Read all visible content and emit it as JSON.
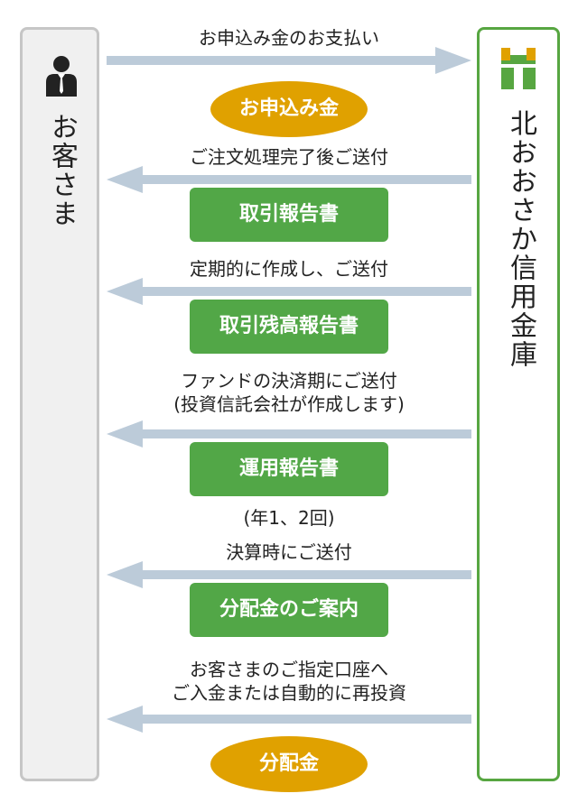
{
  "actors": {
    "customer": "お客さま",
    "bank": "北おおさか信用金庫"
  },
  "flows": [
    {
      "caption": "お申込み金のお支払い",
      "direction": "right",
      "badge": "お申込み金",
      "badge_style": "gold"
    },
    {
      "caption": "ご注文処理完了後ご送付",
      "direction": "left",
      "badge": "取引報告書",
      "badge_style": "green"
    },
    {
      "caption": "定期的に作成し、ご送付",
      "direction": "left",
      "badge": "取引残高報告書",
      "badge_style": "green"
    },
    {
      "caption_lines": [
        "ファンドの決済期にご送付",
        "(投資信託会社が作成します)"
      ],
      "direction": "left",
      "badge": "運用報告書",
      "badge_style": "green",
      "note": "(年1、2回)"
    },
    {
      "caption": "決算時にご送付",
      "direction": "left",
      "badge": "分配金のご案内",
      "badge_style": "green"
    },
    {
      "caption_lines": [
        "お客さまのご指定口座へ",
        "ご入金または自動的に再投資"
      ],
      "direction": "left",
      "badge": "分配金",
      "badge_style": "gold"
    }
  ],
  "colors": {
    "arrow": "#bccbd9",
    "green": "#52a747",
    "gold": "#e0a100",
    "customer_border": "#c6c6c6",
    "bank_border": "#57a641"
  },
  "icons": {
    "customer": "person-icon",
    "bank": "bank-logo-icon"
  }
}
